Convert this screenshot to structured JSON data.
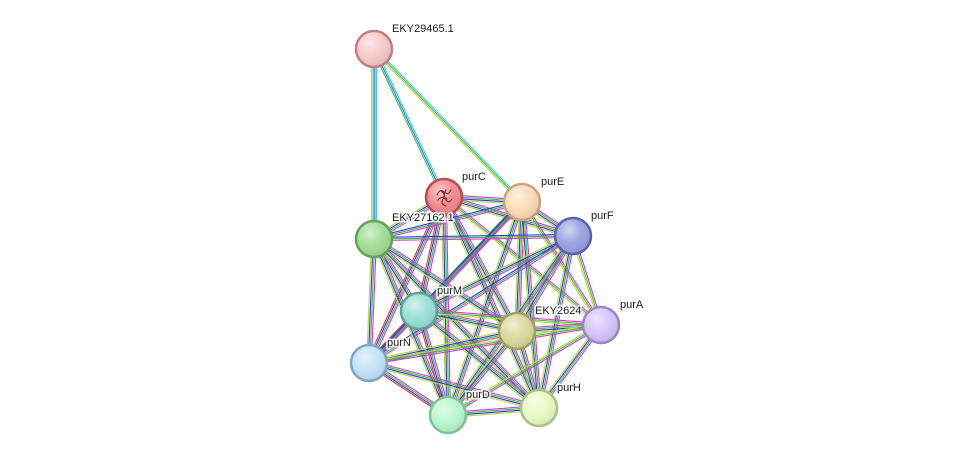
{
  "network": {
    "nodes": [
      {
        "id": "EKY29465.1",
        "label": "EKY29465.1",
        "fill": "#f6c9c9",
        "stroke": "#c08080"
      },
      {
        "id": "purC",
        "label": "purC",
        "fill": "#f08a8f",
        "stroke": "#c0484f",
        "has_structure": true
      },
      {
        "id": "purE",
        "label": "purE",
        "fill": "#fcdcb8",
        "stroke": "#c8a47c"
      },
      {
        "id": "purF",
        "label": "purF",
        "fill": "#98a1e2",
        "stroke": "#5a63b0"
      },
      {
        "id": "EKY27162.1",
        "label": "EKY27162.1",
        "fill": "#a1dc93",
        "stroke": "#5fa353"
      },
      {
        "id": "purM",
        "label": "purM",
        "fill": "#9adfd6",
        "stroke": "#5ba49a"
      },
      {
        "id": "EKY2624",
        "label": "EKY2624",
        "fill": "#d9d99a",
        "stroke": "#a0a060"
      },
      {
        "id": "purA",
        "label": "purA",
        "fill": "#d6c4fb",
        "stroke": "#9a85c8"
      },
      {
        "id": "purN",
        "label": "purN",
        "fill": "#c1e2f8",
        "stroke": "#7fa6c2"
      },
      {
        "id": "purD",
        "label": "purD",
        "fill": "#baf6cf",
        "stroke": "#7ec297"
      },
      {
        "id": "purH",
        "label": "purH",
        "fill": "#e7fbc3",
        "stroke": "#a9c285"
      }
    ],
    "edges": [
      {
        "source": "EKY29465.1",
        "target": "EKY27162.1",
        "colors": [
          "#3cc6e3",
          "#2b7bd6",
          "#3cba4a",
          "#b8d838"
        ]
      },
      {
        "source": "EKY29465.1",
        "target": "purC",
        "colors": [
          "#3cc6e3",
          "#2b7bd6",
          "#3cba4a"
        ]
      },
      {
        "source": "EKY29465.1",
        "target": "purE",
        "colors": [
          "#3cc6e3",
          "#3cba4a",
          "#b8d838"
        ]
      },
      {
        "source": "purC",
        "target": "purE",
        "colors": [
          "#d23bd1",
          "#3cba4a",
          "#2e3ad8",
          "#b8d838"
        ]
      },
      {
        "source": "purC",
        "target": "purF",
        "colors": [
          "#d23bd1",
          "#3cba4a",
          "#2e3ad8",
          "#b8d838"
        ]
      },
      {
        "source": "purC",
        "target": "EKY27162.1",
        "colors": [
          "#d23bd1",
          "#3cba4a",
          "#2e3ad8",
          "#b8d838"
        ]
      },
      {
        "source": "purC",
        "target": "purM",
        "colors": [
          "#d23bd1",
          "#3cba4a",
          "#2e3ad8",
          "#e03a3a"
        ]
      },
      {
        "source": "purC",
        "target": "EKY2624",
        "colors": [
          "#d23bd1",
          "#3cba4a",
          "#2e3ad8",
          "#b8d838"
        ]
      },
      {
        "source": "purC",
        "target": "purA",
        "colors": [
          "#d23bd1",
          "#3cba4a",
          "#b8d838"
        ]
      },
      {
        "source": "purC",
        "target": "purN",
        "colors": [
          "#d23bd1",
          "#3cba4a",
          "#2e3ad8",
          "#e03a3a"
        ]
      },
      {
        "source": "purC",
        "target": "purD",
        "colors": [
          "#d23bd1",
          "#3cba4a",
          "#2e3ad8",
          "#b8d838"
        ]
      },
      {
        "source": "purC",
        "target": "purH",
        "colors": [
          "#d23bd1",
          "#3cba4a",
          "#2e3ad8",
          "#b8d838"
        ]
      },
      {
        "source": "purE",
        "target": "purF",
        "colors": [
          "#d23bd1",
          "#3cba4a",
          "#2e3ad8",
          "#b8d838"
        ]
      },
      {
        "source": "purE",
        "target": "EKY27162.1",
        "colors": [
          "#d23bd1",
          "#3cba4a",
          "#2e3ad8"
        ]
      },
      {
        "source": "purE",
        "target": "purM",
        "colors": [
          "#d23bd1",
          "#3cba4a",
          "#2e3ad8",
          "#b8d838"
        ]
      },
      {
        "source": "purE",
        "target": "EKY2624",
        "colors": [
          "#d23bd1",
          "#3cba4a",
          "#2e3ad8",
          "#b8d838"
        ]
      },
      {
        "source": "purE",
        "target": "purA",
        "colors": [
          "#d23bd1",
          "#3cba4a",
          "#b8d838"
        ]
      },
      {
        "source": "purE",
        "target": "purN",
        "colors": [
          "#d23bd1",
          "#3cba4a",
          "#2e3ad8"
        ]
      },
      {
        "source": "purE",
        "target": "purD",
        "colors": [
          "#d23bd1",
          "#3cba4a",
          "#2e3ad8",
          "#b8d838"
        ]
      },
      {
        "source": "purE",
        "target": "purH",
        "colors": [
          "#d23bd1",
          "#3cba4a",
          "#2e3ad8",
          "#b8d838"
        ]
      },
      {
        "source": "purF",
        "target": "EKY27162.1",
        "colors": [
          "#d23bd1",
          "#3cba4a",
          "#2e3ad8"
        ]
      },
      {
        "source": "purF",
        "target": "purM",
        "colors": [
          "#d23bd1",
          "#3cba4a",
          "#2e3ad8",
          "#b8d838"
        ]
      },
      {
        "source": "purF",
        "target": "EKY2624",
        "colors": [
          "#d23bd1",
          "#3cba4a",
          "#2e3ad8",
          "#b8d838"
        ]
      },
      {
        "source": "purF",
        "target": "purA",
        "colors": [
          "#d23bd1",
          "#3cba4a",
          "#b8d838"
        ]
      },
      {
        "source": "purF",
        "target": "purN",
        "colors": [
          "#d23bd1",
          "#3cba4a",
          "#2e3ad8"
        ]
      },
      {
        "source": "purF",
        "target": "purD",
        "colors": [
          "#d23bd1",
          "#3cba4a",
          "#2e3ad8",
          "#b8d838"
        ]
      },
      {
        "source": "purF",
        "target": "purH",
        "colors": [
          "#d23bd1",
          "#3cba4a",
          "#2e3ad8",
          "#b8d838"
        ]
      },
      {
        "source": "EKY27162.1",
        "target": "purM",
        "colors": [
          "#d23bd1",
          "#3cba4a",
          "#2e3ad8",
          "#b8d838"
        ]
      },
      {
        "source": "EKY27162.1",
        "target": "EKY2624",
        "colors": [
          "#d23bd1",
          "#3cba4a",
          "#2e3ad8",
          "#b8d838"
        ]
      },
      {
        "source": "EKY27162.1",
        "target": "purN",
        "colors": [
          "#d23bd1",
          "#3cba4a",
          "#2e3ad8",
          "#b8d838"
        ]
      },
      {
        "source": "EKY27162.1",
        "target": "purD",
        "colors": [
          "#d23bd1",
          "#3cba4a",
          "#2e3ad8",
          "#b8d838"
        ]
      },
      {
        "source": "EKY27162.1",
        "target": "purH",
        "colors": [
          "#d23bd1",
          "#3cba4a",
          "#2e3ad8",
          "#b8d838"
        ]
      },
      {
        "source": "purM",
        "target": "EKY2624",
        "colors": [
          "#d23bd1",
          "#3cba4a",
          "#2e3ad8",
          "#b8d838"
        ]
      },
      {
        "source": "purM",
        "target": "purA",
        "colors": [
          "#d23bd1",
          "#3cba4a",
          "#b8d838"
        ]
      },
      {
        "source": "purM",
        "target": "purN",
        "colors": [
          "#d23bd1",
          "#3cba4a",
          "#2e3ad8",
          "#e03a3a"
        ]
      },
      {
        "source": "purM",
        "target": "purD",
        "colors": [
          "#d23bd1",
          "#3cba4a",
          "#2e3ad8",
          "#e03a3a"
        ]
      },
      {
        "source": "purM",
        "target": "purH",
        "colors": [
          "#d23bd1",
          "#3cba4a",
          "#2e3ad8",
          "#b8d838"
        ]
      },
      {
        "source": "EKY2624",
        "target": "purA",
        "colors": [
          "#d23bd1",
          "#3cba4a",
          "#2e3ad8",
          "#b8d838"
        ]
      },
      {
        "source": "EKY2624",
        "target": "purN",
        "colors": [
          "#d23bd1",
          "#3cba4a",
          "#2e3ad8",
          "#b8d838"
        ]
      },
      {
        "source": "EKY2624",
        "target": "purD",
        "colors": [
          "#d23bd1",
          "#3cba4a",
          "#2e3ad8",
          "#b8d838"
        ]
      },
      {
        "source": "EKY2624",
        "target": "purH",
        "colors": [
          "#d23bd1",
          "#3cba4a",
          "#2e3ad8",
          "#b8d838"
        ]
      },
      {
        "source": "purA",
        "target": "purN",
        "colors": [
          "#d23bd1",
          "#3cba4a",
          "#b8d838"
        ]
      },
      {
        "source": "purA",
        "target": "purD",
        "colors": [
          "#d23bd1",
          "#3cba4a",
          "#b8d838"
        ]
      },
      {
        "source": "purA",
        "target": "purH",
        "colors": [
          "#d23bd1",
          "#3cba4a",
          "#2e3ad8",
          "#b8d838"
        ]
      },
      {
        "source": "purN",
        "target": "purD",
        "colors": [
          "#d23bd1",
          "#3cba4a",
          "#2e3ad8",
          "#e03a3a"
        ]
      },
      {
        "source": "purN",
        "target": "purH",
        "colors": [
          "#d23bd1",
          "#3cba4a",
          "#2e3ad8",
          "#b8d838"
        ]
      },
      {
        "source": "purD",
        "target": "purH",
        "colors": [
          "#d23bd1",
          "#3cba4a",
          "#2e3ad8",
          "#b8d838"
        ]
      }
    ]
  }
}
